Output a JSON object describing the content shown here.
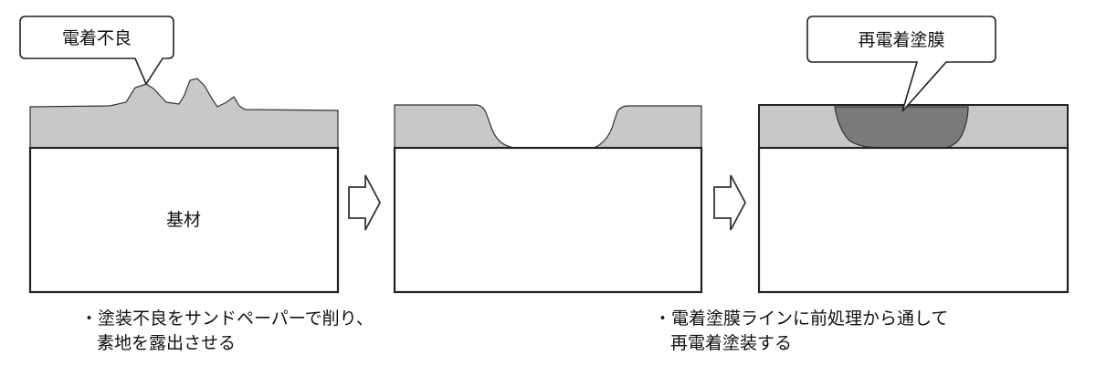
{
  "callouts": {
    "defect": "電着不良",
    "recoat": "再電着塗膜"
  },
  "labels": {
    "substrate": "基材"
  },
  "notes": {
    "left_line1": "・塗装不良をサンドペーパーで削り、",
    "left_line2": "素地を露出させる",
    "right_line1": "・電着塗膜ラインに前処理から通して",
    "right_line2": "再電着塗装する"
  },
  "colors": {
    "coating": "#c8c8c8",
    "recoat": "#7a7a7a",
    "outline": "#222222"
  }
}
